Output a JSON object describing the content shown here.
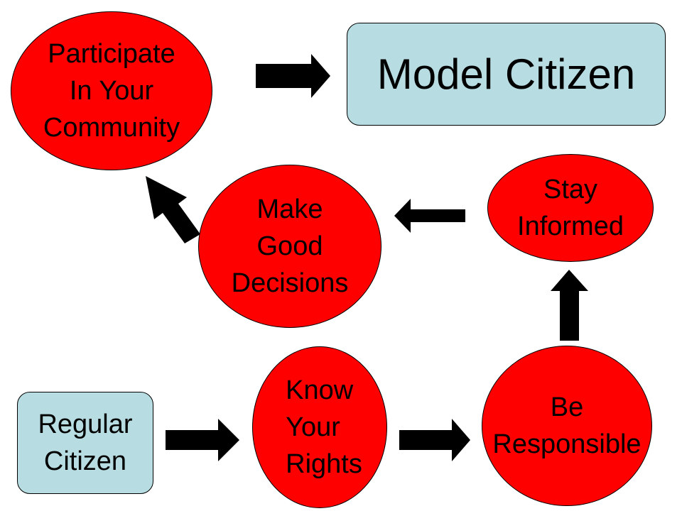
{
  "diagram": {
    "nodes": {
      "participate": {
        "text": "Participate\nIn Your\nCommunity",
        "color": "#ff0000"
      },
      "model_citizen": {
        "text": "Model Citizen",
        "color": "#b7dde2"
      },
      "make_decisions": {
        "text": "Make\nGood\nDecisions",
        "color": "#ff0000"
      },
      "stay_informed": {
        "text": "Stay\nInformed",
        "color": "#ff0000"
      },
      "regular_citizen": {
        "text": "Regular\nCitizen",
        "color": "#b7dde2"
      },
      "know_rights": {
        "text": "Know\nYour\nRights",
        "color": "#ff0000"
      },
      "be_responsible": {
        "text": "Be\nResponsible",
        "color": "#ff0000"
      }
    },
    "arrow_color": "#000000"
  }
}
